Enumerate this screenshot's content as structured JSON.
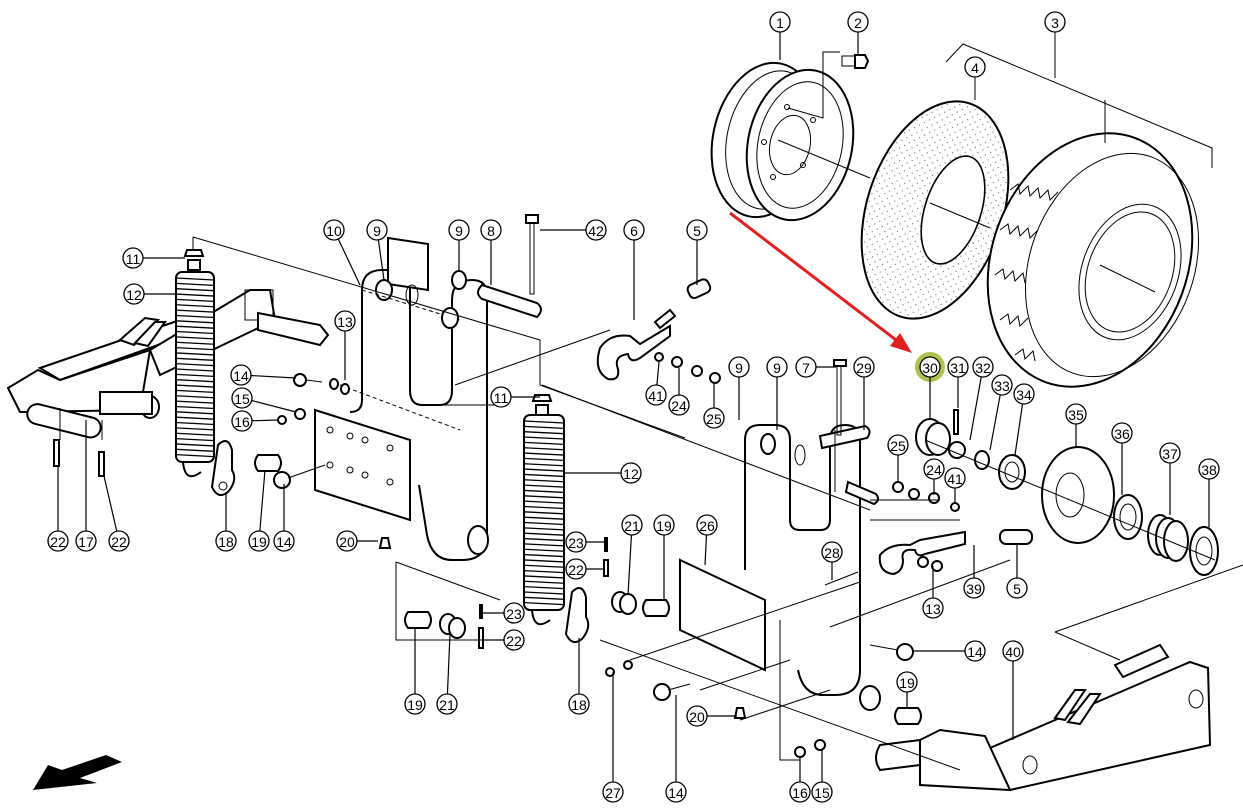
{
  "diagram": {
    "type": "exploded-parts-diagram",
    "subject": "Wheel and swing-arm assembly",
    "highlighted_part": "30",
    "highlight_color": "#a6bd3a",
    "pointer_arrow_color": "#e02020",
    "direction_arrow": "travel-direction-arrow",
    "callouts": [
      {
        "id": "c1",
        "label": "1",
        "part": "wheel-rim"
      },
      {
        "id": "c2",
        "label": "2",
        "part": "wheel-bolt"
      },
      {
        "id": "c3",
        "label": "3",
        "part": "complete-wheel"
      },
      {
        "id": "c4",
        "label": "4",
        "part": "inner-tube"
      },
      {
        "id": "c5a",
        "label": "5",
        "part": "grip-sleeve"
      },
      {
        "id": "c6",
        "label": "6",
        "part": "hook-lever"
      },
      {
        "id": "c42",
        "label": "42",
        "part": "long-bolt"
      },
      {
        "id": "c8",
        "label": "8",
        "part": "pin"
      },
      {
        "id": "c9a",
        "label": "9",
        "part": "ring"
      },
      {
        "id": "c9b",
        "label": "9",
        "part": "ring"
      },
      {
        "id": "c10",
        "label": "10",
        "part": "swing-arm-left"
      },
      {
        "id": "c11a",
        "label": "11",
        "part": "spring-nut"
      },
      {
        "id": "c12a",
        "label": "12",
        "part": "tension-spring"
      },
      {
        "id": "c13a",
        "label": "13",
        "part": "washer"
      },
      {
        "id": "c14a",
        "label": "14",
        "part": "bolt"
      },
      {
        "id": "c15a",
        "label": "15",
        "part": "nut"
      },
      {
        "id": "c16a",
        "label": "16",
        "part": "washer"
      },
      {
        "id": "c14b",
        "label": "14",
        "part": "carriage-bolt"
      },
      {
        "id": "c19a",
        "label": "19",
        "part": "bushing"
      },
      {
        "id": "c18a",
        "label": "18",
        "part": "spring-bracket"
      },
      {
        "id": "c22a",
        "label": "22",
        "part": "roll-pin"
      },
      {
        "id": "c17",
        "label": "17",
        "part": "axle"
      },
      {
        "id": "c22b",
        "label": "22",
        "part": "roll-pin"
      },
      {
        "id": "c20a",
        "label": "20",
        "part": "grease-nipple"
      },
      {
        "id": "c41a",
        "label": "41",
        "part": "washer"
      },
      {
        "id": "c24a",
        "label": "24",
        "part": "washer"
      },
      {
        "id": "c25a",
        "label": "25",
        "part": "lock-nut"
      },
      {
        "id": "c9c",
        "label": "9",
        "part": "ring"
      },
      {
        "id": "c9d",
        "label": "9",
        "part": "ring"
      },
      {
        "id": "c7",
        "label": "7",
        "part": "bolt"
      },
      {
        "id": "c29",
        "label": "29",
        "part": "pin"
      },
      {
        "id": "c30",
        "label": "30",
        "part": "spacer"
      },
      {
        "id": "c31",
        "label": "31",
        "part": "cotter-pin"
      },
      {
        "id": "c32",
        "label": "32",
        "part": "castle-nut"
      },
      {
        "id": "c33",
        "label": "33",
        "part": "washer"
      },
      {
        "id": "c34",
        "label": "34",
        "part": "bearing"
      },
      {
        "id": "c35",
        "label": "35",
        "part": "hub"
      },
      {
        "id": "c36",
        "label": "36",
        "part": "bearing"
      },
      {
        "id": "c37",
        "label": "37",
        "part": "seal-set"
      },
      {
        "id": "c38",
        "label": "38",
        "part": "seal"
      },
      {
        "id": "c25b",
        "label": "25",
        "part": "lock-nut"
      },
      {
        "id": "c24b",
        "label": "24",
        "part": "washer"
      },
      {
        "id": "c41b",
        "label": "41",
        "part": "washer"
      },
      {
        "id": "c11b",
        "label": "11",
        "part": "spring-nut"
      },
      {
        "id": "c12b",
        "label": "12",
        "part": "tension-spring"
      },
      {
        "id": "c21a",
        "label": "21",
        "part": "ring"
      },
      {
        "id": "c19b",
        "label": "19",
        "part": "bushing"
      },
      {
        "id": "c26",
        "label": "26",
        "part": "swing-arm-right"
      },
      {
        "id": "c23a",
        "label": "23",
        "part": "roll-pin"
      },
      {
        "id": "c22c",
        "label": "22",
        "part": "roll-pin"
      },
      {
        "id": "c28",
        "label": "28",
        "part": "bolt"
      },
      {
        "id": "c13b",
        "label": "13",
        "part": "washer"
      },
      {
        "id": "c39",
        "label": "39",
        "part": "hook-lever"
      },
      {
        "id": "c5b",
        "label": "5",
        "part": "grip-sleeve"
      },
      {
        "id": "c23b",
        "label": "23",
        "part": "roll-pin"
      },
      {
        "id": "c22d",
        "label": "22",
        "part": "roll-pin"
      },
      {
        "id": "c19c",
        "label": "19",
        "part": "bushing"
      },
      {
        "id": "c21b",
        "label": "21",
        "part": "ring"
      },
      {
        "id": "c18b",
        "label": "18",
        "part": "spring-bracket"
      },
      {
        "id": "c14c",
        "label": "14",
        "part": "carriage-bolt"
      },
      {
        "id": "c40",
        "label": "40",
        "part": "frame"
      },
      {
        "id": "c19d",
        "label": "19",
        "part": "bushing"
      },
      {
        "id": "c20b",
        "label": "20",
        "part": "grease-nipple"
      },
      {
        "id": "c27",
        "label": "27",
        "part": "nut"
      },
      {
        "id": "c14d",
        "label": "14",
        "part": "bolt"
      },
      {
        "id": "c16b",
        "label": "16",
        "part": "washer"
      },
      {
        "id": "c15b",
        "label": "15",
        "part": "nut"
      }
    ]
  }
}
